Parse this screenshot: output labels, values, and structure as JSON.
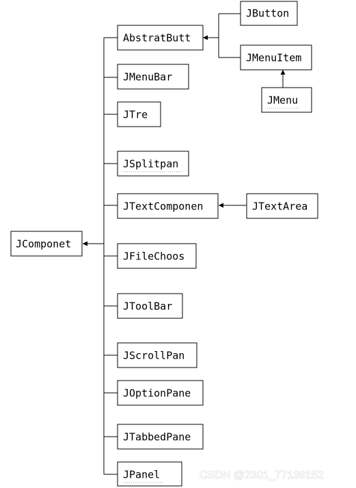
{
  "nodes": {
    "jcomponet": "JComponet",
    "abstratbutt": "AbstratButt",
    "jbutton": "JButton",
    "jmenuitem": "JMenuItem",
    "jmenu": "JMenu",
    "jmenubar": "JMenuBar",
    "jtre": "JTre",
    "jsplitpan": "JSplitpan",
    "jtextcomponen": "JTextComponen",
    "jtextarea": "JTextArea",
    "jfilechoos": "JFileChoos",
    "jtoolbar": "JToolBar",
    "jscrollpan": "JScrollPan",
    "joptionpane": "JOptionPane",
    "jtabbedpane": "JTabbedPane",
    "jpanel": "JPanel"
  },
  "watermark": "CSDN @2301_77136152"
}
